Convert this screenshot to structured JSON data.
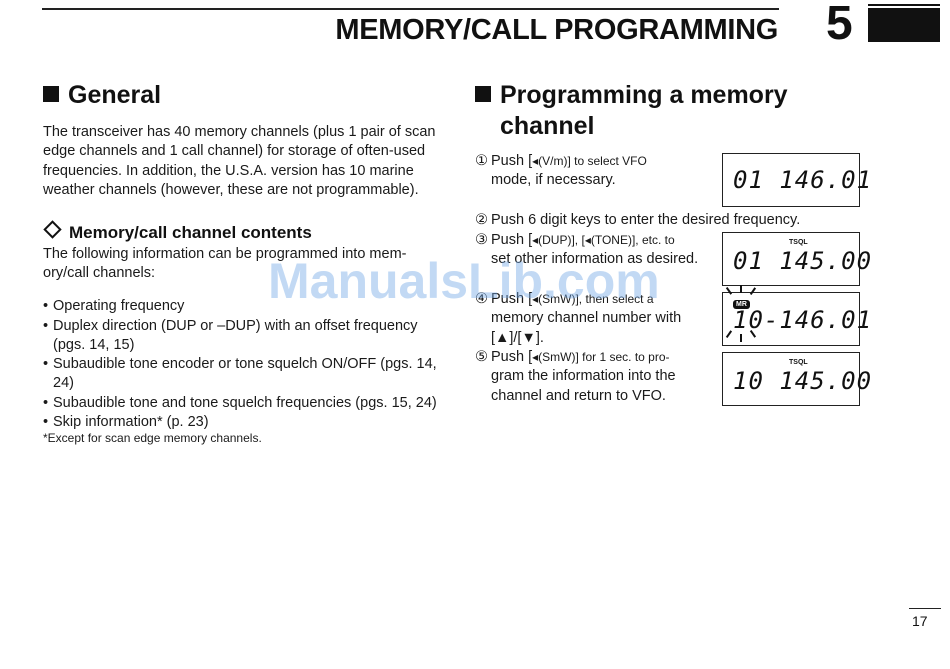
{
  "header": {
    "title": "MEMORY/CALL PROGRAMMING",
    "chapter": "5"
  },
  "general": {
    "heading": "General",
    "intro": [
      "The transceiver has 40 memory channels (plus 1 pair of scan",
      "edge channels and 1 call channel) for storage of often-used",
      "frequencies. In addition, the U.S.A. version has 10 marine",
      "weather channels (however, these are not programmable)."
    ],
    "contents_heading": "Memory/call channel contents",
    "contents_intro": [
      "The following information can be programmed into mem-",
      "ory/call channels:"
    ],
    "bullets": [
      {
        "line1": "Operating frequency",
        "line2": ""
      },
      {
        "line1": "Duplex direction (DUP or –DUP) with an offset frequency",
        "line2": "(pgs. 14, 15)"
      },
      {
        "line1": "Subaudible tone encoder or tone squelch ON/OFF (pgs. 14,",
        "line2": "24)"
      },
      {
        "line1": "Subaudible tone and tone squelch frequencies (pgs. 15, 24)",
        "line2": ""
      },
      {
        "line1": "Skip information* (p. 23)",
        "line2": ""
      }
    ],
    "footnote": "*Except for scan edge memory channels."
  },
  "programming": {
    "heading_line1": "Programming a memory",
    "heading_line2": "channel",
    "steps": [
      {
        "num": "①",
        "lines": [
          "Push [",
          "(V/m)] to select VFO",
          "mode, if necessary."
        ]
      },
      {
        "num": "②",
        "lines": [
          "Push 6 digit keys to enter the desired frequency."
        ]
      },
      {
        "num": "③",
        "lines": [
          "Push [",
          "(DUP)], [",
          "(TONE)], etc. to",
          "set other information as desired."
        ]
      },
      {
        "num": "④",
        "lines": [
          "Push [",
          "(SmW)], then select a",
          "memory channel number with",
          "[▲]/[▼]."
        ]
      },
      {
        "num": "⑤",
        "lines": [
          "Push [",
          "(SmW)] for 1 sec. to pro-",
          "gram the information into the",
          "channel and return to VFO."
        ]
      }
    ],
    "key_icon": "◂",
    "displays": [
      {
        "text": "01 146.01",
        "indicator": ""
      },
      {
        "text": "01 145.00",
        "indicator": "TSQL"
      },
      {
        "text": "10-146.01",
        "indicator": "MR"
      },
      {
        "text": "10 145.00",
        "indicator": "TSQL"
      }
    ]
  },
  "watermark": "ManualsLib.com",
  "page_number": "17"
}
